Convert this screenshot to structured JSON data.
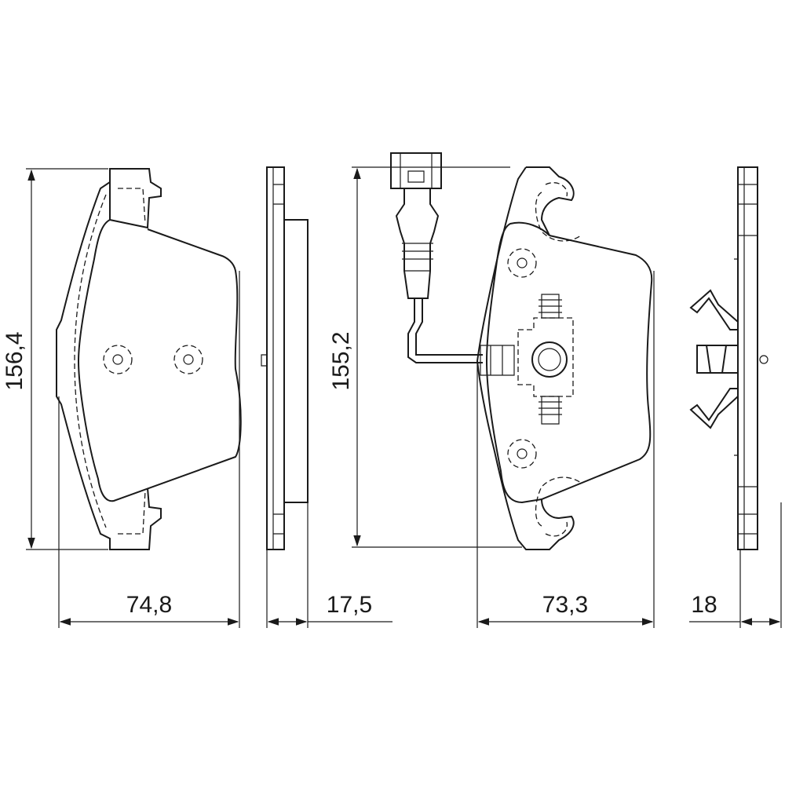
{
  "dimensions": {
    "left_pad_height": "156,4",
    "right_pad_height": "155,2",
    "left_pad_width": "74,8",
    "left_pad_thickness": "17,5",
    "right_pad_width": "73,3",
    "right_pad_thickness": "18"
  }
}
